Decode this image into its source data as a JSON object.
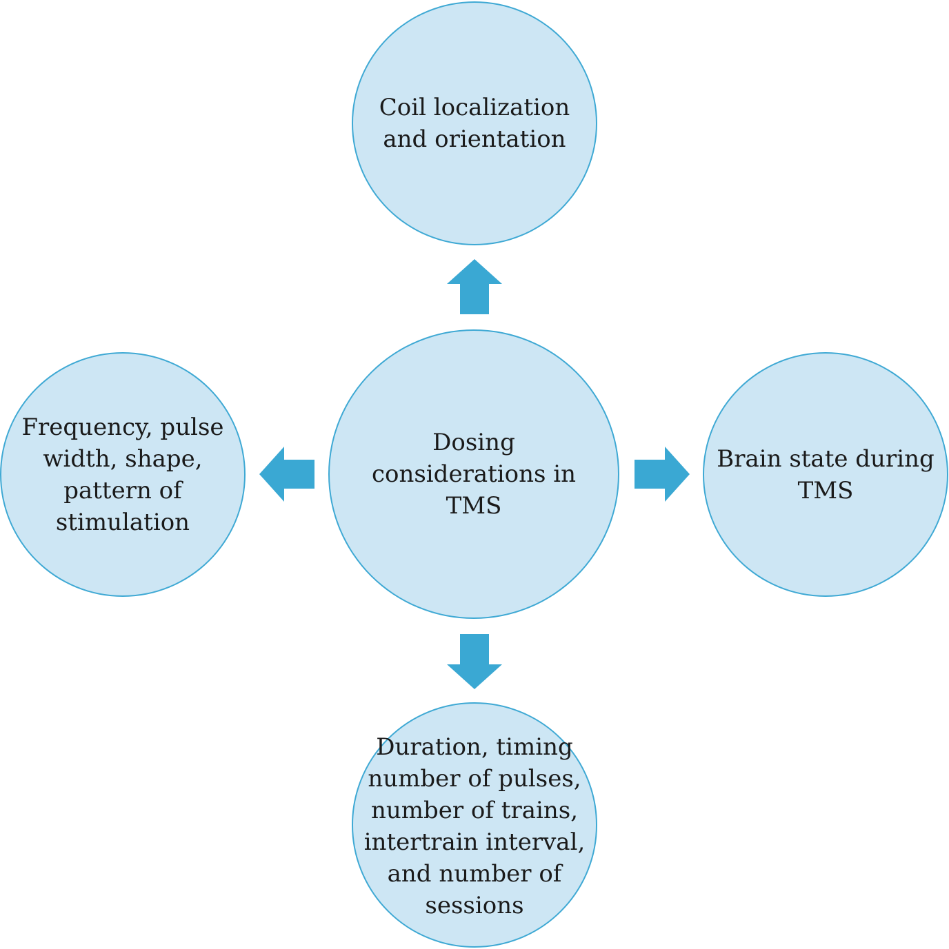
{
  "diagram": {
    "colors": {
      "circle_fill": "#cde6f4",
      "circle_border": "#3fa9d4",
      "arrow": "#3aa8d3",
      "text": "#1a1a1a"
    },
    "center": {
      "label": "Dosing\nconsiderations in\nTMS"
    },
    "nodes": {
      "top": {
        "label": "Coil localization\nand orientation"
      },
      "left": {
        "label": "Frequency, pulse\nwidth, shape,\npattern of\nstimulation"
      },
      "right": {
        "label": "Brain state during\nTMS"
      },
      "bottom": {
        "label": "Duration, timing\nnumber of pulses,\nnumber of trains,\nintertrain interval,\nand number of\nsessions"
      }
    }
  }
}
